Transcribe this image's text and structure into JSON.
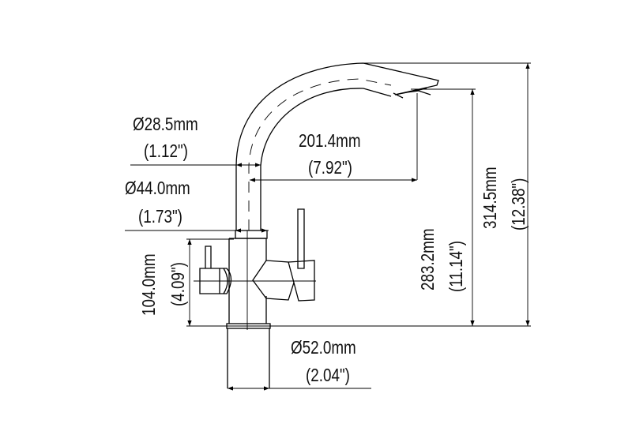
{
  "diagram": {
    "subject": "faucet-dimension-drawing",
    "dimensions": {
      "spout_diameter": {
        "metric": "Ø28.5mm",
        "imperial": "(1.12\")"
      },
      "reach": {
        "metric": "201.4mm",
        "imperial": "(7.92\")"
      },
      "body_diameter": {
        "metric": "Ø44.0mm",
        "imperial": "(1.73\")"
      },
      "body_height": {
        "metric": "104.0mm",
        "imperial": "(4.09\")"
      },
      "spout_outlet_height": {
        "metric": "283.2mm",
        "imperial": "(11.14\")"
      },
      "total_height": {
        "metric": "314.5mm",
        "imperial": "(12.38\")"
      },
      "base_diameter": {
        "metric": "Ø52.0mm",
        "imperial": "(2.04\")"
      }
    }
  }
}
